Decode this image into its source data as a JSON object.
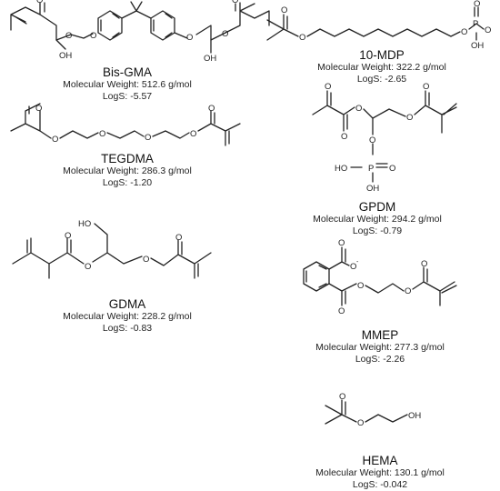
{
  "compounds": [
    {
      "id": "bisgma",
      "name": "Bis-GMA",
      "mw": "Molecular Weight: 512.6 g/mol",
      "logs": "LogS: -5.57",
      "atoms": {
        "oh1": "OH",
        "oh2": "OH"
      }
    },
    {
      "id": "mdp",
      "name": "10-MDP",
      "mw": "Molecular Weight: 322.2 g/mol",
      "logs": "LogS: -2.65",
      "atoms": {
        "p": "P",
        "oh": "OH"
      }
    },
    {
      "id": "tegdma",
      "name": "TEGDMA",
      "mw": "Molecular Weight: 286.3 g/mol",
      "logs": "LogS: -1.20",
      "atoms": {}
    },
    {
      "id": "gpdm",
      "name": "GPDM",
      "mw": "Molecular Weight: 294.2 g/mol",
      "logs": "LogS: -0.79",
      "atoms": {
        "ho": "HO",
        "p": "P",
        "oh": "OH"
      }
    },
    {
      "id": "gdma",
      "name": "GDMA",
      "mw": "Molecular Weight: 228.2 g/mol",
      "logs": "LogS: -0.83",
      "atoms": {
        "ho": "HO"
      }
    },
    {
      "id": "mmep",
      "name": "MMEP",
      "mw": "Molecular Weight: 277.3 g/mol",
      "logs": "LogS: -2.26",
      "atoms": {
        "minus": "-"
      }
    },
    {
      "id": "hema",
      "name": "HEMA",
      "mw": "Molecular Weight: 130.1 g/mol",
      "logs": "LogS: -0.042",
      "atoms": {
        "oh": "OH"
      }
    }
  ],
  "atom_symbols": {
    "oxygen": "O"
  }
}
